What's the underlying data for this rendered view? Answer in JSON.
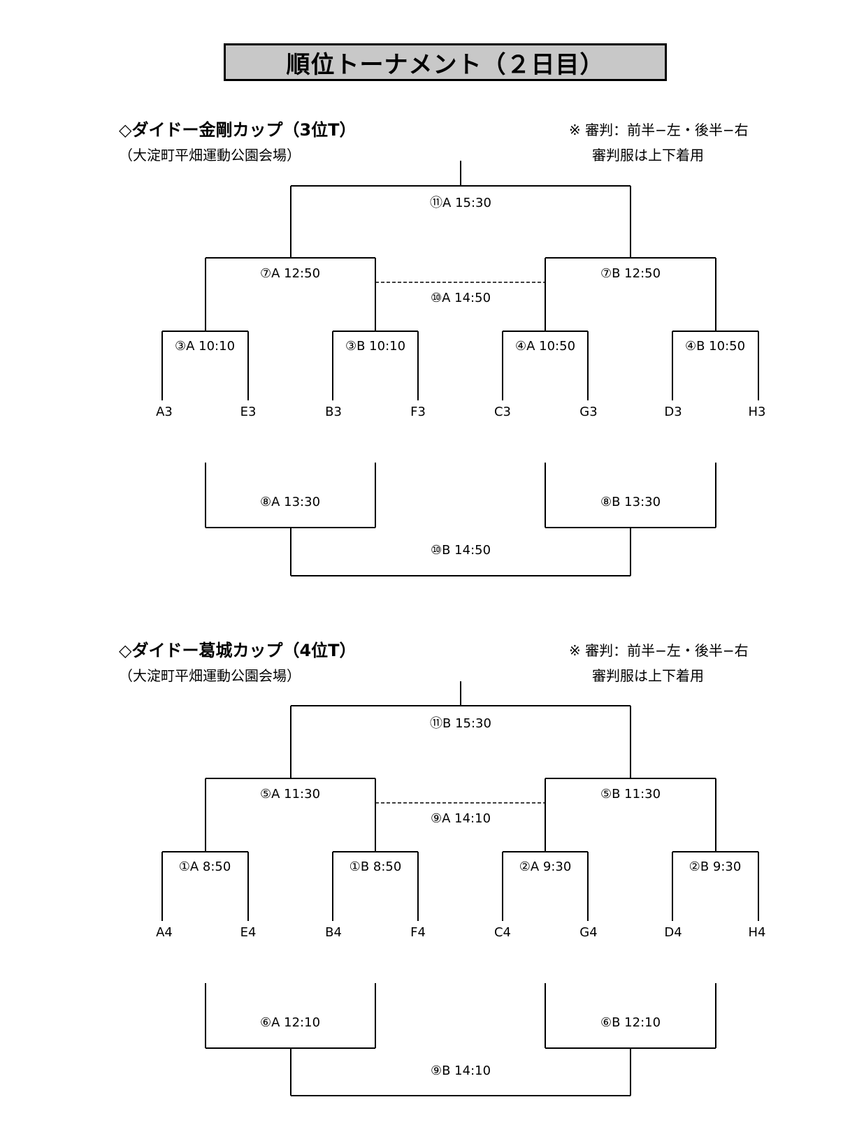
{
  "title": "順位トーナメント（２日目）",
  "sections": [
    {
      "heading": "◇ダイドー金剛カップ（3位T）",
      "venue": "（大淀町平畑運動公園会場）",
      "note_line1": "※ 審判：前半−左・後半−右",
      "note_line2": "審判服は上下着用",
      "final": "⑪A 15:30",
      "semi_left": "⑦A 12:50",
      "semi_right": "⑦B 12:50",
      "third_place": "⑩A 14:50",
      "qf": [
        "③A 10:10",
        "③B 10:10",
        "④A 10:50",
        "④B 10:50"
      ],
      "teams": [
        "A3",
        "E3",
        "B3",
        "F3",
        "C3",
        "G3",
        "D3",
        "H3"
      ],
      "consol_left": "⑧A 13:30",
      "consol_right": "⑧B 13:30",
      "consol_final": "⑩B 14:50"
    },
    {
      "heading": "◇ダイドー葛城カップ（4位T）",
      "venue": "（大淀町平畑運動公園会場）",
      "note_line1": "※ 審判：前半−左・後半−右",
      "note_line2": "審判服は上下着用",
      "final": "⑪B 15:30",
      "semi_left": "⑤A 11:30",
      "semi_right": "⑤B 11:30",
      "third_place": "⑨A 14:10",
      "qf": [
        "①A 8:50",
        "①B 8:50",
        "②A 9:30",
        "②B 9:30"
      ],
      "teams": [
        "A4",
        "E4",
        "B4",
        "F4",
        "C4",
        "G4",
        "D4",
        "H4"
      ],
      "consol_left": "⑥A 12:10",
      "consol_right": "⑥B 12:10",
      "consol_final": "⑨B 14:10"
    }
  ]
}
